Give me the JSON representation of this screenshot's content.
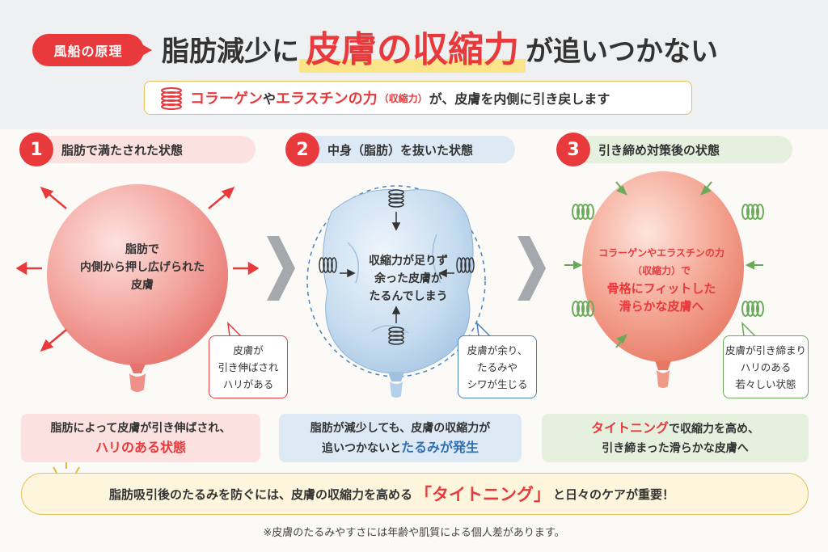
{
  "header": {
    "badge": "風船の原理",
    "title_before": "脂肪減少に",
    "title_highlight": "皮膚の収縮力",
    "title_after": "が追いつかない",
    "subtitle_red_a": "コラーゲン",
    "subtitle_dark_a": "や",
    "subtitle_red_b": "エラスチンの力",
    "subtitle_small": "（収縮力）",
    "subtitle_dark_b": "が、皮膚を内側に引き戻します"
  },
  "steps": [
    {
      "num": "1",
      "label": "脂肪で満たされた状態"
    },
    {
      "num": "2",
      "label": "中身（脂肪）を抜いた状態"
    },
    {
      "num": "3",
      "label": "引き締め対策後の状態"
    }
  ],
  "balloons": [
    {
      "lines": [
        "脂肪で",
        "内側から押し広げられた",
        "皮膚"
      ]
    },
    {
      "lines": [
        "収縮力が足りず",
        "余った皮膚が",
        "たるんでしまう"
      ]
    },
    {
      "lines": [
        "コラーゲンやエラスチンの力",
        "（収縮力）で",
        "骨格にフィットした",
        "滑らかな皮膚へ"
      ]
    }
  ],
  "callouts": [
    {
      "lines": [
        "皮膚が",
        "引き伸ばされ",
        "ハリがある"
      ]
    },
    {
      "lines": [
        "皮膚が余り、",
        "たるみや",
        "シワが生じる"
      ]
    },
    {
      "lines": [
        "皮膚が引き締まり",
        "ハリのある",
        "若々しい状態"
      ]
    }
  ],
  "summaries": [
    {
      "line1": "脂肪によって皮膚が引き伸ばされ、",
      "highlight": "ハリのある状態",
      "rest": ""
    },
    {
      "line1": "脂肪が減少しても、皮膚の収縮力が",
      "pre": "追いつかないと",
      "highlight": "たるみが発生"
    },
    {
      "highlight": "タイトニング",
      "line1_rest": "で収縮力を高め、",
      "line2": "引き締まった滑らかな皮膚へ"
    }
  ],
  "bottom": {
    "before": "脂肪吸引後のたるみを防ぐには、皮膚の収縮力を高める",
    "keyword": "「タイトニング」",
    "after": "と日々のケアが重要！"
  },
  "note": "※皮膚のたるみやすさには年齢や肌質による個人差があります。",
  "colors": {
    "accent_red": "#e8393c",
    "accent_blue": "#2f6fb6",
    "accent_green": "#6aaa5a",
    "gold": "#e7c05a"
  },
  "icons": [
    "spring-coil-icon",
    "arrow-right-icon",
    "light-bulb-icon"
  ]
}
